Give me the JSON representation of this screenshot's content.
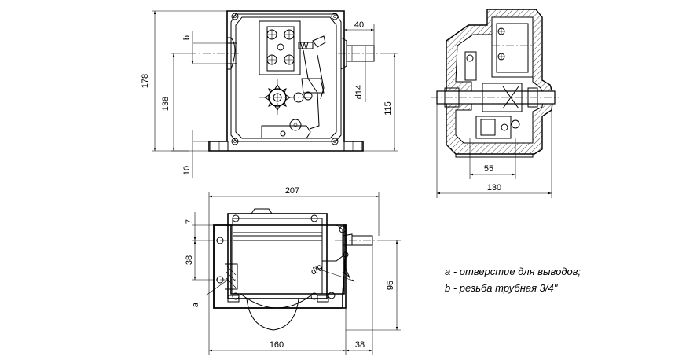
{
  "dimensions": {
    "front_height_total": "178",
    "front_height_mount": "138",
    "front_shaft_height": "115",
    "front_base_thickness": "10",
    "front_shaft_length": "40",
    "front_shaft_diameter": "d14",
    "front_hole_label": "b",
    "side_width_total": "130",
    "side_width_mount": "55",
    "top_width_total": "207",
    "top_width_mount": "160",
    "top_shaft_length": "38",
    "top_offset": "7",
    "top_hole_offset": "38",
    "top_depth": "95",
    "top_hole_diameter": "d/9",
    "top_hole_label": "a"
  },
  "legend": {
    "line_a": "a - отверстие для выводов;",
    "line_b": "b - резьба трубная 3/4\""
  }
}
